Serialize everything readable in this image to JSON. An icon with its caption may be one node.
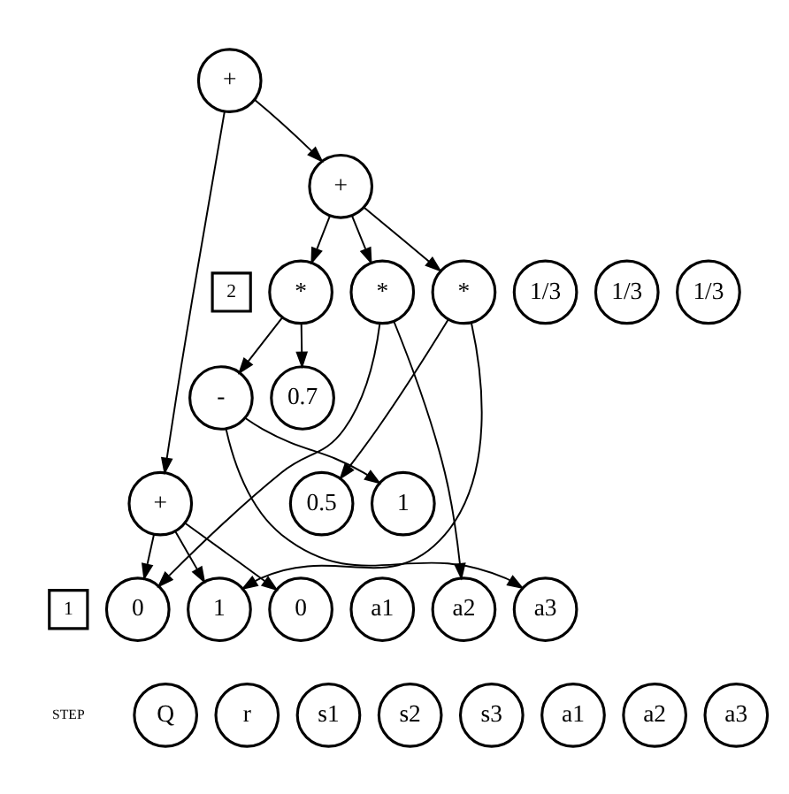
{
  "diagram": {
    "nodes": [
      {
        "text": [
          "+"
        ]
      },
      {
        "text": [
          "+"
        ]
      },
      {
        "text": [
          "2"
        ]
      },
      {
        "text": [
          "*"
        ]
      },
      {
        "text": [
          "*"
        ]
      },
      {
        "text": [
          "*"
        ]
      },
      {
        "text": [
          "1/3"
        ]
      },
      {
        "text": [
          "1/3"
        ]
      },
      {
        "text": [
          "1/3"
        ]
      },
      {
        "text": [
          "-"
        ]
      },
      {
        "text": [
          "0.7"
        ]
      },
      {
        "text": [
          "+"
        ]
      },
      {
        "text": [
          "0.5"
        ]
      },
      {
        "text": [
          "1"
        ]
      },
      {
        "text": [
          "1"
        ]
      },
      {
        "text": [
          "0"
        ]
      },
      {
        "text": [
          "1"
        ]
      },
      {
        "text": [
          "0"
        ]
      },
      {
        "text": [
          "a1"
        ]
      },
      {
        "text": [
          "a2"
        ]
      },
      {
        "text": [
          "a3"
        ]
      },
      {
        "text": [
          "Q"
        ]
      },
      {
        "text": [
          "r"
        ]
      },
      {
        "text": [
          "s1"
        ]
      },
      {
        "text": [
          "s2"
        ]
      },
      {
        "text": [
          "s3"
        ]
      },
      {
        "text": [
          "a1"
        ]
      },
      {
        "text": [
          "a2"
        ]
      },
      {
        "text": [
          "a3"
        ]
      }
    ],
    "edges": [
      {
        "from": 0,
        "to": 1,
        "arrow": "to"
      },
      {
        "from": 0,
        "to": 11,
        "arrow": "to"
      },
      {
        "from": 1,
        "to": 3,
        "arrow": "to"
      },
      {
        "from": 1,
        "to": 4,
        "arrow": "to"
      },
      {
        "from": 1,
        "to": 5,
        "arrow": "to"
      },
      {
        "from": 3,
        "to": 10,
        "arrow": "to"
      },
      {
        "from": 3,
        "to": 9,
        "arrow": "to"
      },
      {
        "from": 4,
        "to": 15,
        "arrow": "to"
      },
      {
        "from": 4,
        "to": 19,
        "arrow": "to"
      },
      {
        "from": 5,
        "to": 16,
        "arrow": "to"
      },
      {
        "from": 5,
        "to": 12,
        "arrow": "to"
      },
      {
        "from": 9,
        "to": 13,
        "arrow": "to"
      },
      {
        "from": 9,
        "to": 20,
        "arrow": "to"
      },
      {
        "from": 11,
        "to": 15,
        "arrow": "to"
      },
      {
        "from": 11,
        "to": 16,
        "arrow": "to"
      },
      {
        "from": 11,
        "to": 17,
        "arrow": "to"
      }
    ],
    "labels": [
      "STEP"
    ]
  }
}
